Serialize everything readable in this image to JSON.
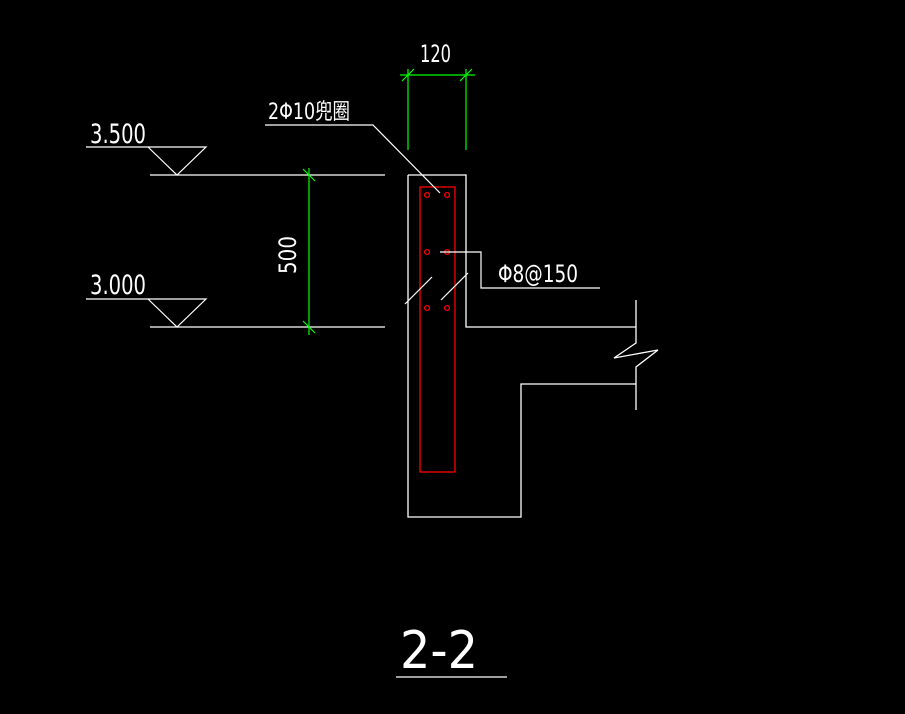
{
  "drawing": {
    "section_title": "2-2",
    "colors": {
      "background": "#000000",
      "outline": "#ffffff",
      "dimension": "#00ff00",
      "rebar": "#ff0000"
    },
    "dimensions": {
      "width_label": "120",
      "height_label": "500"
    },
    "elevations": {
      "top_label": "3.500",
      "bottom_label": "3.000"
    },
    "rebar_callouts": {
      "top_bars_label": "2Φ10兜圈",
      "stirrup_label": "Φ8@150"
    }
  }
}
